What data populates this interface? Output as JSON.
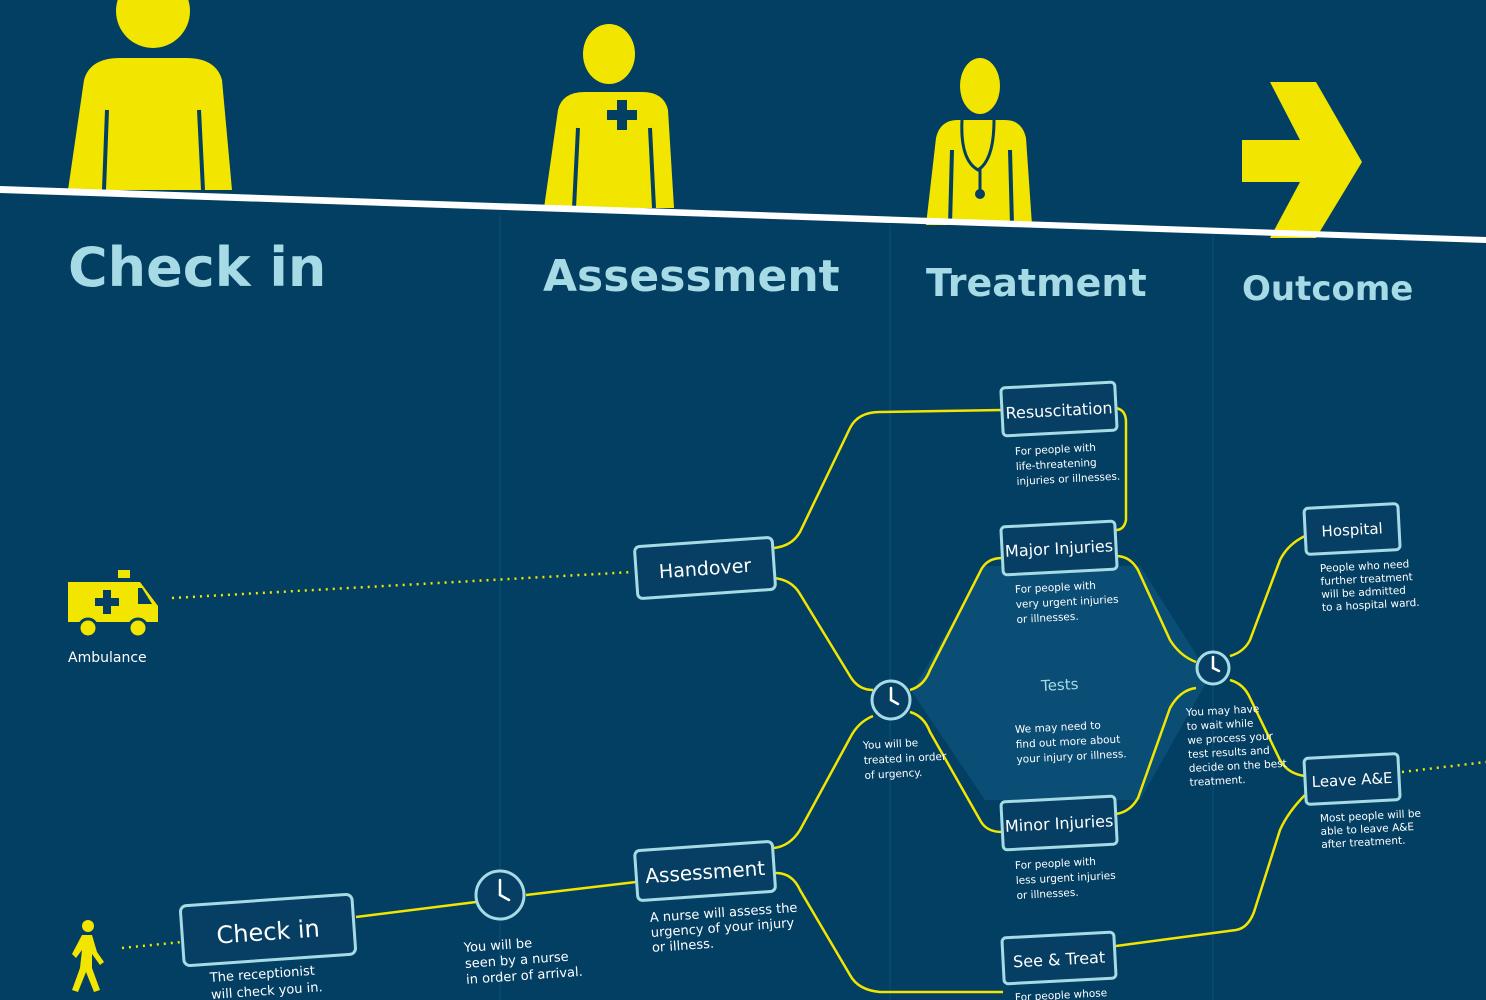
{
  "stages": {
    "check_in": "Check in",
    "assessment": "Assessment",
    "treatment": "Treatment",
    "outcome": "Outcome"
  },
  "entry": {
    "ambulance_label": "Ambulance"
  },
  "nodes": {
    "check_in": "Check in",
    "assessment": "Assessment",
    "handover": "Handover",
    "resuscitation": "Resuscitation",
    "major_injuries": "Major Injuries",
    "minor_injuries": "Minor Injuries",
    "see_treat": "See & Treat",
    "hospital": "Hospital",
    "leave_ae": "Leave A&E"
  },
  "descriptions": {
    "check_in": [
      "The receptionist",
      "will check you in."
    ],
    "wait_nurse": [
      "You will be",
      "seen by a nurse",
      "in order of arrival."
    ],
    "assessment": [
      "A nurse will assess the",
      "urgency of your injury",
      "or illness."
    ],
    "wait_urgency": [
      "You will be",
      "treated in order",
      "of urgency."
    ],
    "resuscitation": [
      "For people with",
      "life-threatening",
      "injuries or illnesses."
    ],
    "major_injuries": [
      "For people with",
      "very urgent injuries",
      "or illnesses."
    ],
    "tests_title": "Tests",
    "tests": [
      "We may need to",
      "find out more about",
      "your injury or illness."
    ],
    "minor_injuries": [
      "For people with",
      "less urgent injuries",
      "or illnesses."
    ],
    "see_treat": [
      "For people whose"
    ],
    "wait_results": [
      "You may have",
      "to wait while",
      "we process your",
      "test results and",
      "decide on the best",
      "treatment."
    ],
    "hospital": [
      "People who need",
      "further treatment",
      "will be admitted",
      "to a hospital ward."
    ],
    "leave_ae": [
      "Most people will be",
      "able to leave A&E",
      "after treatment."
    ]
  },
  "colors": {
    "background": "#033f63",
    "accent_yellow": "#f2e500",
    "title_blue": "#a6dbe6",
    "tests_panel": "#0a4d75"
  }
}
